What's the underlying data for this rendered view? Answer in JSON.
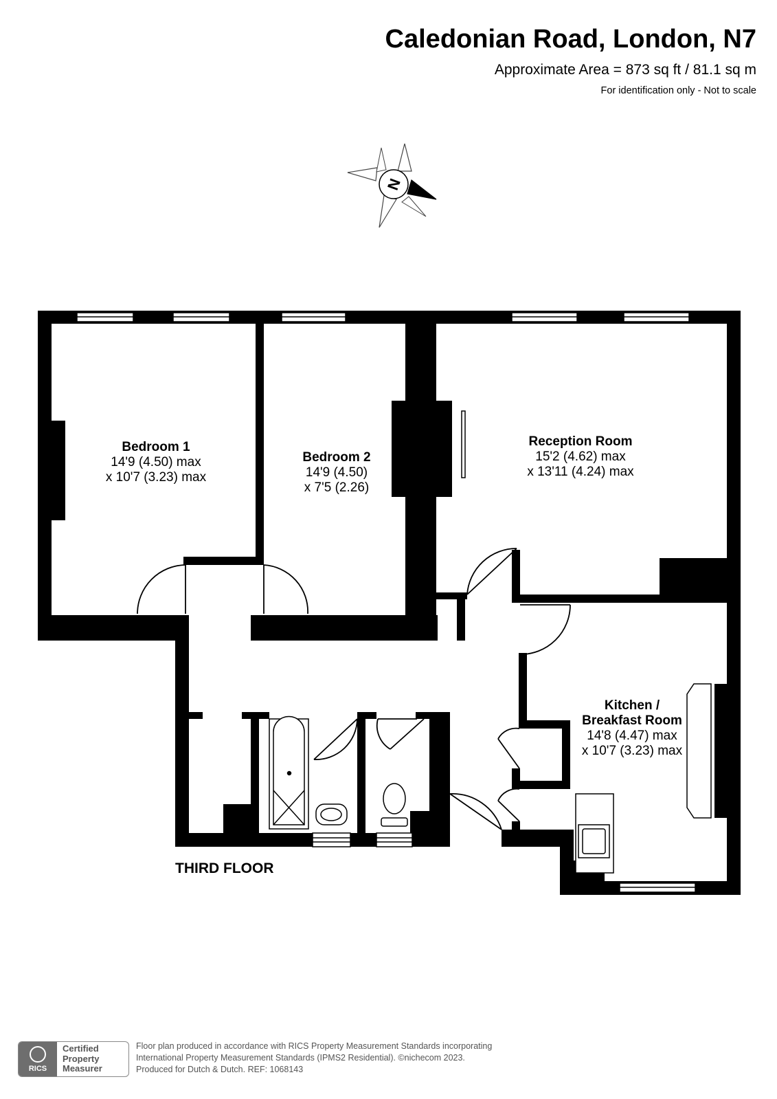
{
  "header": {
    "title": "Caledonian Road, London, N7",
    "area": "Approximate Area = 873 sq ft / 81.1 sq m",
    "note": "For identification only - Not to scale"
  },
  "compass": {
    "letter": "N"
  },
  "rooms": [
    {
      "name": "Bedroom 1",
      "dim1": "14'9 (4.50) max",
      "dim2": "x 10'7 (3.23) max"
    },
    {
      "name": "Bedroom 2",
      "dim1": "14'9 (4.50)",
      "dim2": "x 7'5 (2.26)"
    },
    {
      "name": "Reception Room",
      "dim1": "15'2 (4.62) max",
      "dim2": "x 13'11 (4.24) max"
    },
    {
      "name_line1": "Kitchen /",
      "name_line2": "Breakfast Room",
      "dim1": "14'8 (4.47) max",
      "dim2": "x 10'7 (3.23) max"
    }
  ],
  "floor_label": "THIRD FLOOR",
  "badge": {
    "org": "RICS",
    "line1": "Certified",
    "line2": "Property",
    "line3": "Measurer"
  },
  "footer": {
    "line1": "Floor plan produced in accordance with RICS Property Measurement Standards incorporating",
    "line2": "International Property Measurement Standards (IPMS2 Residential).   ©nichecom 2023.",
    "line3": "Produced for Dutch & Dutch.   REF:  1068143"
  },
  "colors": {
    "wall": "#000000",
    "fixture": "#ffffff",
    "outline": "#000000",
    "muted": "#555555"
  }
}
